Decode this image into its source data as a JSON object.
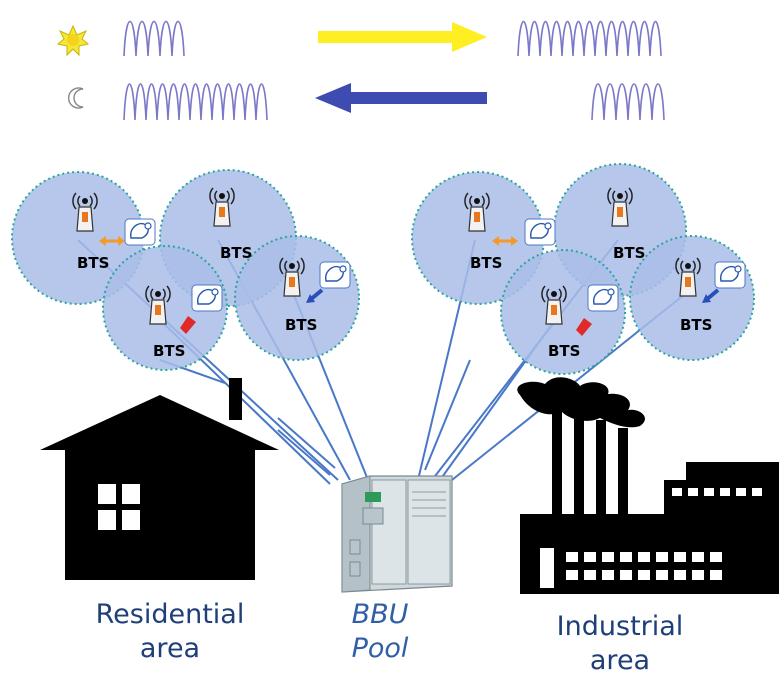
{
  "traffic": {
    "day_icon": "sun-icon",
    "night_icon": "moon-icon",
    "day_arrow_color": "#ffee22",
    "night_arrow_color": "#3e4bb0"
  },
  "bts_label": "BTS",
  "labels": {
    "residential_line1": "Residential",
    "residential_line2": "area",
    "bbu_line1": "BBU",
    "bbu_line2": "Pool",
    "industrial_line1": "Industrial",
    "industrial_line2": "area"
  },
  "colors": {
    "cell_fill": "#a9bde7",
    "cell_border": "#2aa4a0",
    "link_line": "#4a78c8",
    "wave_color": "#7a78c8"
  }
}
